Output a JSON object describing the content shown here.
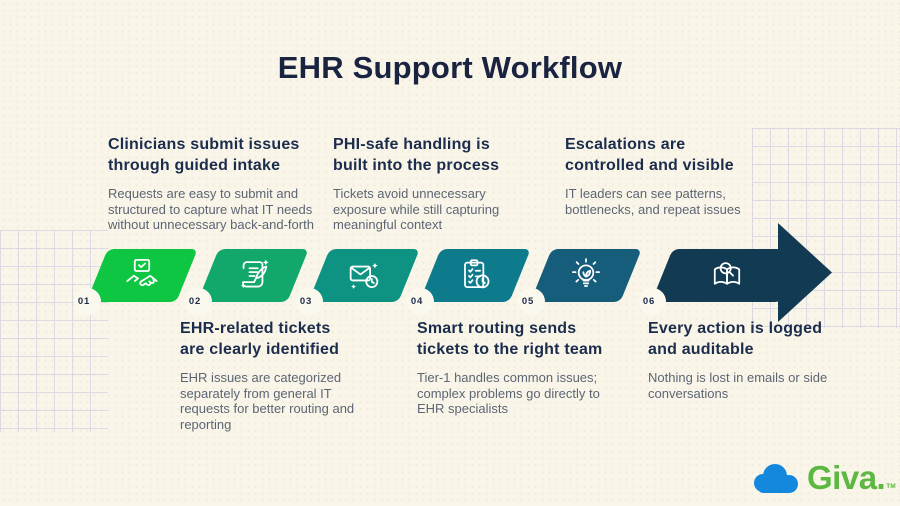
{
  "title": "EHR Support Workflow",
  "colors": {
    "background": "#F9F6E9",
    "ink": "#1A2340",
    "heading": "#1C2C4C",
    "body_text": "#5D6574",
    "grid_line": "#DCDBE5",
    "badge_fill": "#FBF9EE",
    "icon_stroke": "#FFFFFF",
    "logo_blue": "#1488DD",
    "logo_green": "#5CB841"
  },
  "steps": [
    {
      "num": "01",
      "color": "#0FC643",
      "icon": "handshake-check-icon"
    },
    {
      "num": "02",
      "color": "#12A86B",
      "icon": "scroll-quill-icon"
    },
    {
      "num": "03",
      "color": "#0E9383",
      "icon": "envelope-clock-icon"
    },
    {
      "num": "04",
      "color": "#0D7B8C",
      "icon": "clipboard-clock-icon"
    },
    {
      "num": "05",
      "color": "#165D7C",
      "icon": "lightbulb-idea-icon"
    },
    {
      "num": "06",
      "color": "#123A52",
      "icon": "book-magnifier-icon"
    }
  ],
  "top_callouts": [
    {
      "heading_lines": [
        "Clinicians submit issues",
        "through guided intake"
      ],
      "body": "Requests are easy to submit and structured to capture what IT needs without unnecessary back-and-forth"
    },
    {
      "heading_lines": [
        "PHI-safe handling is",
        "built into the process"
      ],
      "body": "Tickets avoid unnecessary exposure while still capturing meaningful context"
    },
    {
      "heading_lines": [
        "Escalations are",
        "controlled and visible"
      ],
      "body": "IT leaders can see patterns, bottlenecks, and repeat issues"
    }
  ],
  "bottom_callouts": [
    {
      "heading_lines": [
        "EHR-related tickets",
        "are clearly identified"
      ],
      "body": "EHR issues are categorized separately from general IT requests for better routing and reporting"
    },
    {
      "heading_lines": [
        "Smart routing sends",
        "tickets to the right team"
      ],
      "body": "Tier-1 handles common issues; complex problems go directly to EHR specialists"
    },
    {
      "heading_lines": [
        "Every action is logged",
        "and auditable"
      ],
      "body": "Nothing is lost in emails or side conversations"
    }
  ],
  "logo": {
    "brand": "Giva.",
    "tm": "TM"
  }
}
